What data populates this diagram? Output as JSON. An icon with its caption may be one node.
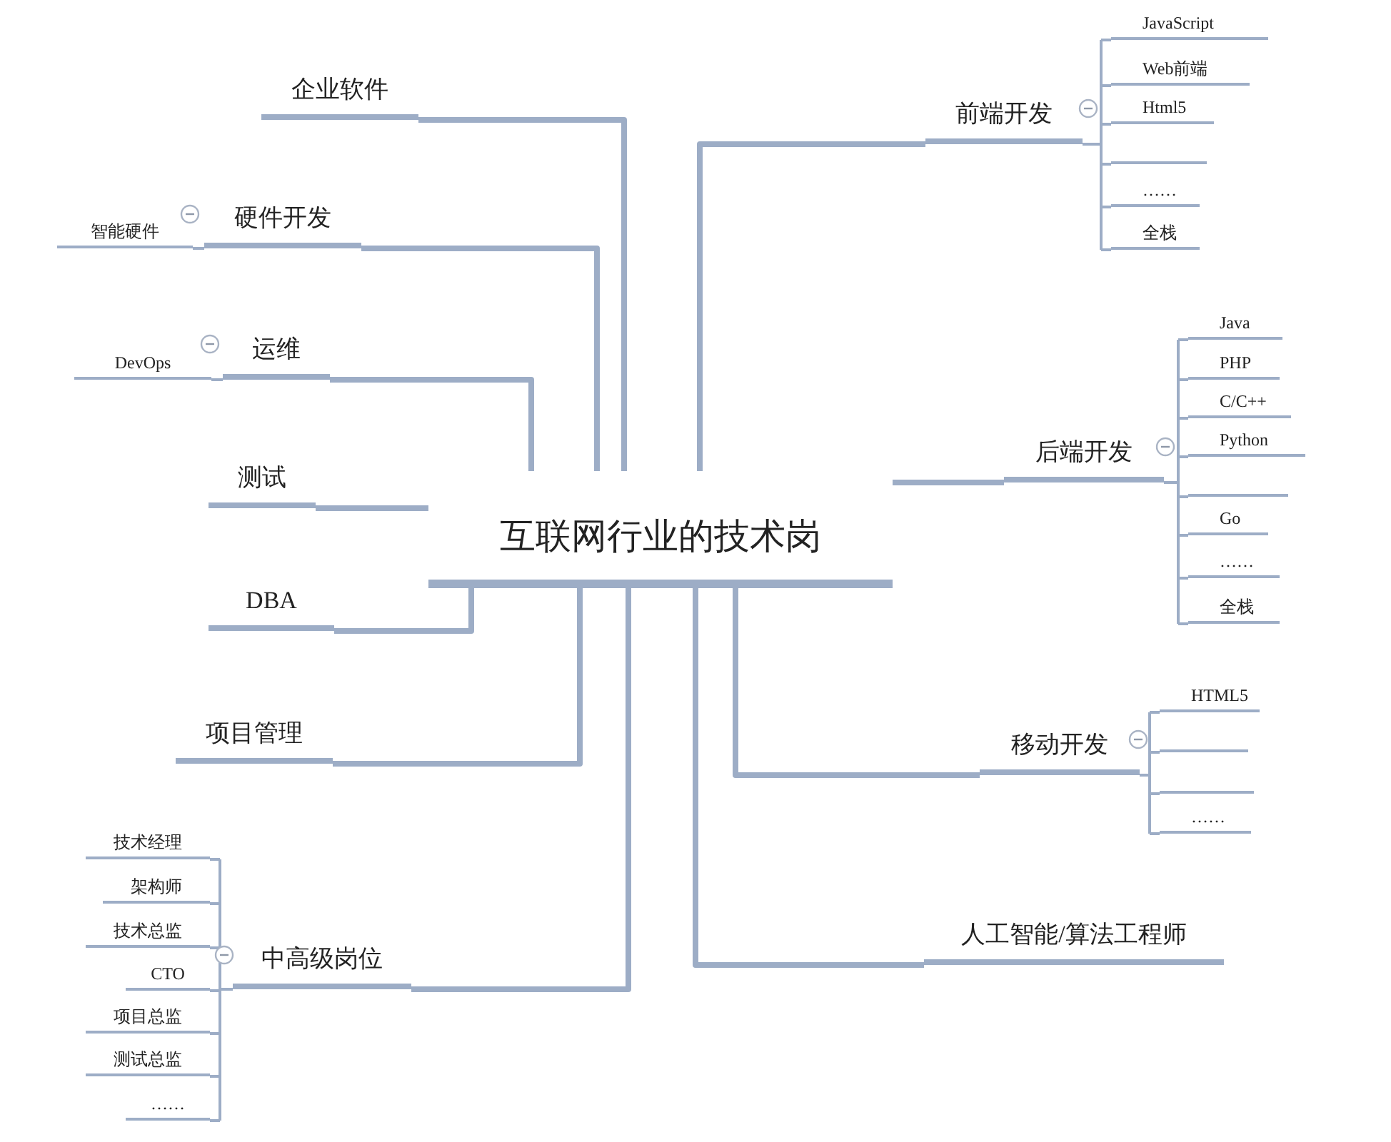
{
  "diagram": {
    "nodes": [
      {
        "text": [
          "互联网行业的技术岗"
        ]
      },
      {
        "text": [
          "企业软件"
        ]
      },
      {
        "text": [
          "硬件开发"
        ]
      },
      {
        "text": [
          "智能硬件"
        ]
      },
      {
        "text": [
          "运维"
        ]
      },
      {
        "text": [
          "DevOps"
        ]
      },
      {
        "text": [
          "测试"
        ]
      },
      {
        "text": [
          "DBA"
        ]
      },
      {
        "text": [
          "项目管理"
        ]
      },
      {
        "text": [
          "中高级岗位"
        ]
      },
      {
        "text": [
          "技术经理"
        ]
      },
      {
        "text": [
          "架构师"
        ]
      },
      {
        "text": [
          "技术总监"
        ]
      },
      {
        "text": [
          "CTO"
        ]
      },
      {
        "text": [
          "项目总监"
        ]
      },
      {
        "text": [
          "测试总监"
        ]
      },
      {
        "text": [
          "……"
        ]
      },
      {
        "text": [
          "前端开发"
        ]
      },
      {
        "text": [
          "JavaScript"
        ]
      },
      {
        "text": [
          "Web前端"
        ]
      },
      {
        "text": [
          "Html5"
        ]
      },
      {
        "text": [],
        "shape": "bar"
      },
      {
        "text": [
          "……"
        ]
      },
      {
        "text": [
          "全栈"
        ]
      },
      {
        "text": [
          "后端开发"
        ]
      },
      {
        "text": [
          "Java"
        ]
      },
      {
        "text": [
          "PHP"
        ]
      },
      {
        "text": [
          "C/C++"
        ]
      },
      {
        "text": [
          "Python"
        ]
      },
      {
        "text": [],
        "shape": "bar"
      },
      {
        "text": [
          "Go"
        ]
      },
      {
        "text": [
          "……"
        ]
      },
      {
        "text": [
          "全栈"
        ]
      },
      {
        "text": [
          "移动开发"
        ]
      },
      {
        "text": [
          "HTML5"
        ]
      },
      {
        "text": [],
        "shape": "bar"
      },
      {
        "text": [],
        "shape": "bar"
      },
      {
        "text": [
          "……"
        ]
      },
      {
        "text": [
          "人工智能/算法工程师"
        ]
      }
    ],
    "edges": [
      {
        "from": 0,
        "to": 1,
        "arrow": "none",
        "style": "thick"
      },
      {
        "from": 0,
        "to": 2,
        "arrow": "none",
        "style": "thick"
      },
      {
        "from": 2,
        "to": 3,
        "arrow": "none"
      },
      {
        "from": 0,
        "to": 4,
        "arrow": "none",
        "style": "thick"
      },
      {
        "from": 4,
        "to": 5,
        "arrow": "none"
      },
      {
        "from": 0,
        "to": 6,
        "arrow": "none",
        "style": "thick"
      },
      {
        "from": 0,
        "to": 7,
        "arrow": "none",
        "style": "thick"
      },
      {
        "from": 0,
        "to": 8,
        "arrow": "none",
        "style": "thick"
      },
      {
        "from": 0,
        "to": 9,
        "arrow": "none",
        "style": "thick"
      },
      {
        "from": 9,
        "to": 10,
        "arrow": "none"
      },
      {
        "from": 9,
        "to": 11,
        "arrow": "none"
      },
      {
        "from": 9,
        "to": 12,
        "arrow": "none"
      },
      {
        "from": 9,
        "to": 13,
        "arrow": "none"
      },
      {
        "from": 9,
        "to": 14,
        "arrow": "none"
      },
      {
        "from": 9,
        "to": 15,
        "arrow": "none"
      },
      {
        "from": 9,
        "to": 16,
        "arrow": "none"
      },
      {
        "from": 0,
        "to": 17,
        "arrow": "none",
        "style": "thick"
      },
      {
        "from": 17,
        "to": 18,
        "arrow": "none"
      },
      {
        "from": 17,
        "to": 19,
        "arrow": "none"
      },
      {
        "from": 17,
        "to": 20,
        "arrow": "none"
      },
      {
        "from": 17,
        "to": 21,
        "arrow": "none"
      },
      {
        "from": 17,
        "to": 22,
        "arrow": "none"
      },
      {
        "from": 17,
        "to": 23,
        "arrow": "none"
      },
      {
        "from": 0,
        "to": 24,
        "arrow": "none",
        "style": "thick"
      },
      {
        "from": 24,
        "to": 25,
        "arrow": "none"
      },
      {
        "from": 24,
        "to": 26,
        "arrow": "none"
      },
      {
        "from": 24,
        "to": 27,
        "arrow": "none"
      },
      {
        "from": 24,
        "to": 28,
        "arrow": "none"
      },
      {
        "from": 24,
        "to": 29,
        "arrow": "none"
      },
      {
        "from": 24,
        "to": 30,
        "arrow": "none"
      },
      {
        "from": 24,
        "to": 31,
        "arrow": "none"
      },
      {
        "from": 24,
        "to": 32,
        "arrow": "none"
      },
      {
        "from": 0,
        "to": 33,
        "arrow": "none",
        "style": "thick"
      },
      {
        "from": 33,
        "to": 34,
        "arrow": "none"
      },
      {
        "from": 33,
        "to": 35,
        "arrow": "none"
      },
      {
        "from": 33,
        "to": 36,
        "arrow": "none"
      },
      {
        "from": 33,
        "to": 37,
        "arrow": "none"
      },
      {
        "from": 0,
        "to": 38,
        "arrow": "none",
        "style": "thick"
      }
    ]
  }
}
